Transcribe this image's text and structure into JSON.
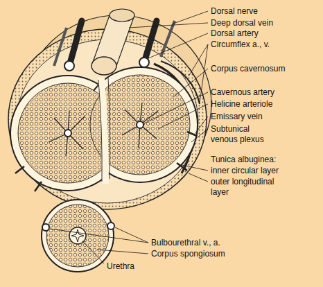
{
  "diagram": {
    "labels": [
      "Dorsal nerve",
      "Deep dorsal vein",
      "Dorsal artery",
      "Circumflex a., v.",
      "Corpus cavernosum",
      "Cavernous artery",
      "Helicine arteriole",
      "Emissary vein",
      "Subtunical venous plexus",
      "Tunica albuginea:",
      "inner circular layer",
      "outer longitudinal layer",
      "Bulbourethral v., a.",
      "Corpus spongiosum",
      "Urethra"
    ]
  }
}
